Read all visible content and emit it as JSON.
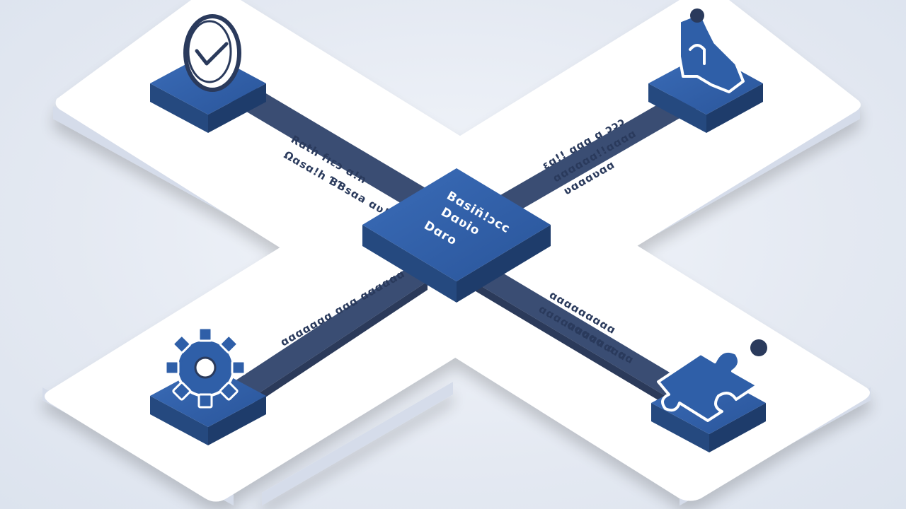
{
  "center_block": {
    "lines": [
      "Bɑsiñ!ɔcc",
      "Dɑʋio",
      "Dɑro"
    ]
  },
  "arms": {
    "top_left": {
      "label_lines": [
        "Rɑth fıɛɔ ɑ!n",
        "Ωɑsɑ!h ƁƁsɑa ɑʋ!"
      ],
      "icon": "checkmark-circle-icon"
    },
    "top_right": {
      "label_lines": [
        "ɛɑ!! ɑɑɑ ɑ ɔɔɔ",
        "ɑɑɑɑɑɑ!!ɑɑɑɑ",
        "ʋɑɑɑʋɑɑ"
      ],
      "icon": "raised-hand-icon"
    },
    "bottom_left": {
      "label_lines": [
        "ɑɑɑɑɑɑɑ ɑɑɑ ɑɑɑɑɑɑ"
      ],
      "icon": "gear-icon"
    },
    "bottom_right": {
      "label_lines": [
        "ɑɑɑɑɑɑɑɑɑ",
        "ɑɑɑɑɑɑɑɑɑɑɑɑ",
        "ɑɑɑɑɑ ɑ ɑɑ"
      ],
      "icon": "puzzle-piece-icon"
    }
  },
  "colors": {
    "platform_top": "#ffffff",
    "platform_side": "#d5dcea",
    "block_top": "#2f5fa8",
    "block_left": "#25497f",
    "block_right": "#1e3c6b",
    "beam": "#3a4d73",
    "text_light": "#ffffff"
  }
}
